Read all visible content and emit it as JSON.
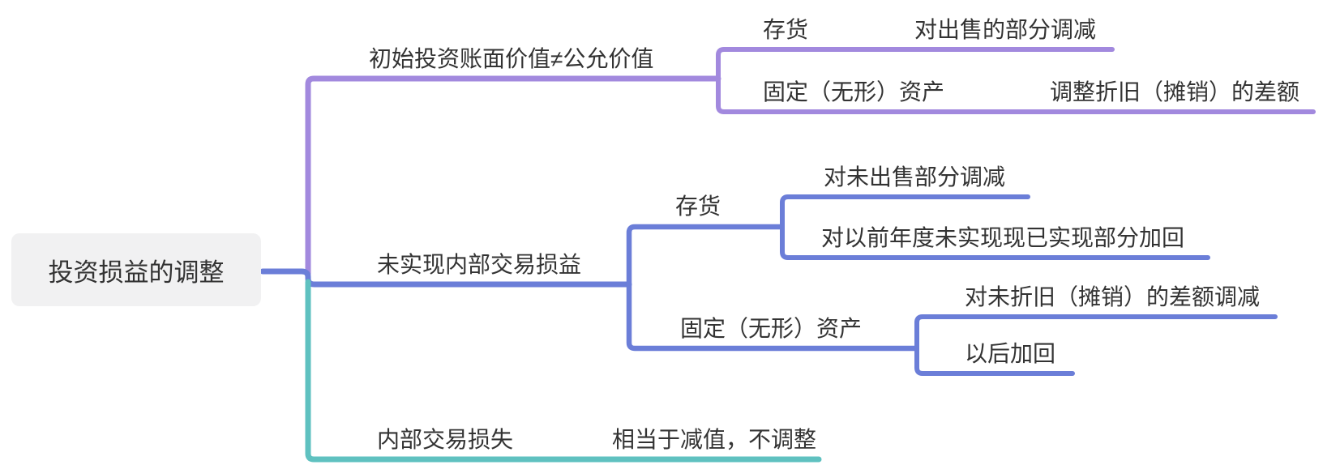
{
  "colors": {
    "branch1": "#a289de",
    "branch2": "#6b7ed8",
    "branch3": "#5fc1c0",
    "root_bg": "#f1f1f2",
    "text": "#333333"
  },
  "mindmap": {
    "root": {
      "label": "投资损益的调整"
    },
    "branches": [
      {
        "label": "初始投资账面价值≠公允价值",
        "children": [
          {
            "label": "存货",
            "children": [
              {
                "label": "对出售的部分调减"
              }
            ]
          },
          {
            "label": "固定（无形）资产",
            "children": [
              {
                "label": "调整折旧（摊销）的差额"
              }
            ]
          }
        ]
      },
      {
        "label": "未实现内部交易损益",
        "children": [
          {
            "label": "存货",
            "children": [
              {
                "label": "对未出售部分调减"
              },
              {
                "label": "对以前年度未实现现已实现部分加回"
              }
            ]
          },
          {
            "label": "固定（无形）资产",
            "children": [
              {
                "label": "对未折旧（摊销）的差额调减"
              },
              {
                "label": "以后加回"
              }
            ]
          }
        ]
      },
      {
        "label": "内部交易损失",
        "children": [
          {
            "label": "相当于减值，不调整"
          }
        ]
      }
    ]
  }
}
